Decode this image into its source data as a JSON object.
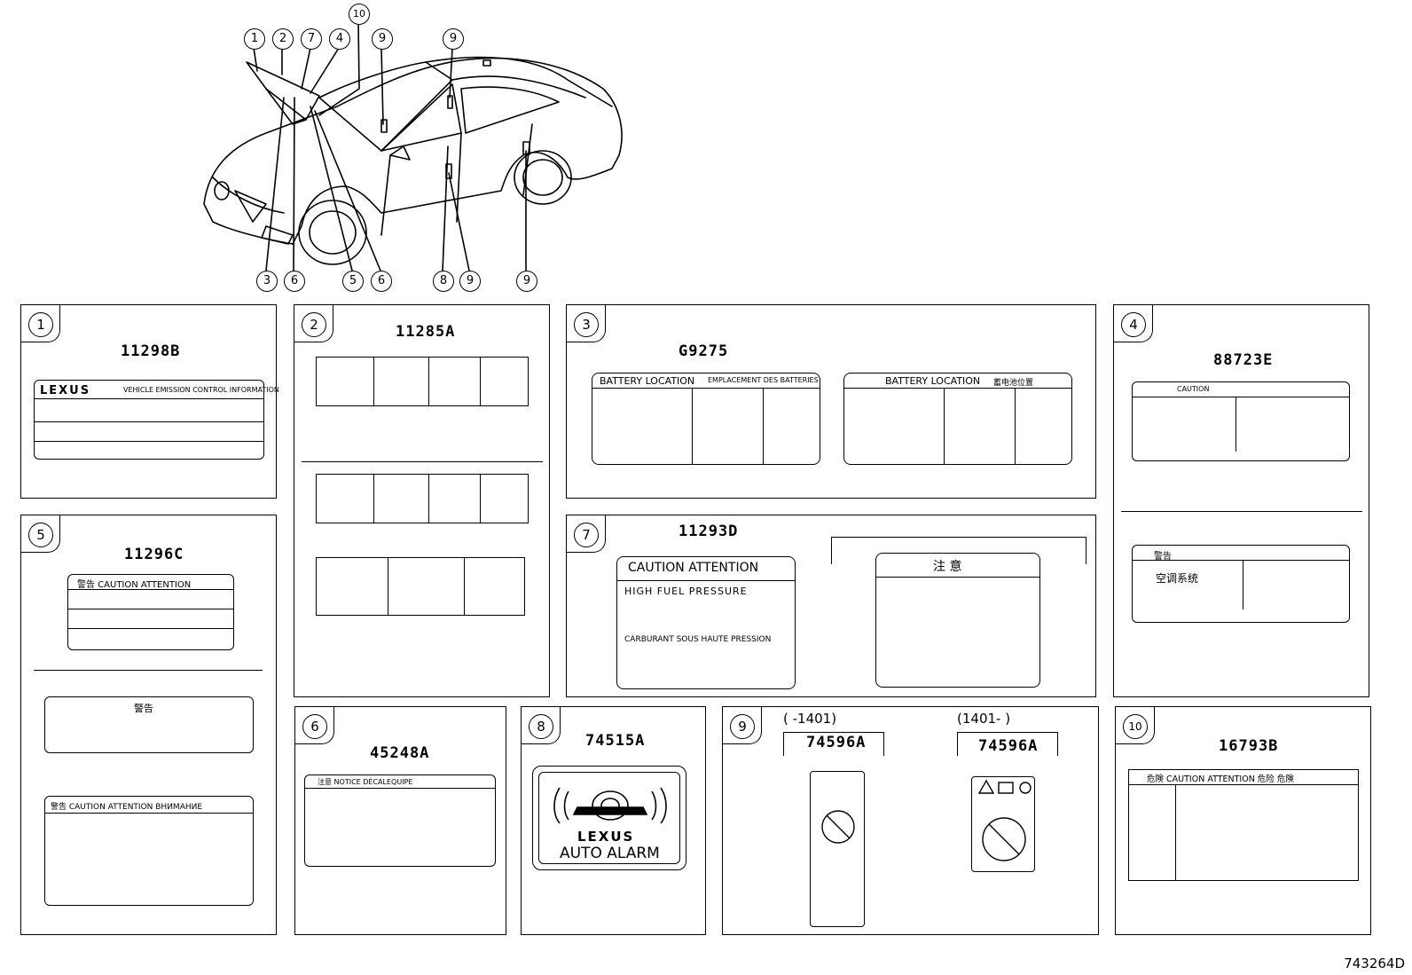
{
  "callouts_top": [
    "1",
    "2",
    "7",
    "4",
    "10",
    "9",
    "9"
  ],
  "callouts_bottom": [
    "3",
    "6",
    "5",
    "6",
    "8",
    "9",
    "9"
  ],
  "panels": {
    "p1": {
      "num": "1",
      "code": "11298B",
      "brand": "LEXUS",
      "line": "VEHICLE EMISSION CONTROL INFORMATION"
    },
    "p2": {
      "num": "2",
      "code": "11285A"
    },
    "p3": {
      "num": "3",
      "code": "G9275",
      "left_a": "BATTERY LOCATION",
      "left_b": "EMPLACEMENT DES BATTERIES",
      "right_a": "BATTERY LOCATION",
      "right_b": "蓄电池位置"
    },
    "p4": {
      "num": "4",
      "code": "88723E",
      "top_head": "CAUTION",
      "bot_head": "警告",
      "bot_sys": "空调系统"
    },
    "p5": {
      "num": "5",
      "code": "11296C",
      "head1": "警告 CAUTION ATTENTION",
      "head2": "警告",
      "head3": "警告 CAUTION ATTENTION ВНИМАНИЕ"
    },
    "p6": {
      "num": "6",
      "code": "45248A",
      "head": "注意 NOTICE DÉCALEQUIPE"
    },
    "p7": {
      "num": "7",
      "code": "11293D",
      "head": "CAUTION ATTENTION",
      "line1": "HIGH FUEL PRESSURE",
      "line2": "CARBURANT SOUS HAUTE PRESSION",
      "head2": "注 意"
    },
    "p8": {
      "num": "8",
      "code": "74515A",
      "brand": "LEXUS",
      "alarm": "AUTO ALARM"
    },
    "p9": {
      "num": "9",
      "left_period": "(    -1401)",
      "left_code": "74596A",
      "right_period": "(1401-    )",
      "right_code": "74596A"
    },
    "p10": {
      "num": "10",
      "code": "16793B",
      "head": "危険 CAUTION ATTENTION 危险 危険"
    }
  },
  "footer": "743264D"
}
